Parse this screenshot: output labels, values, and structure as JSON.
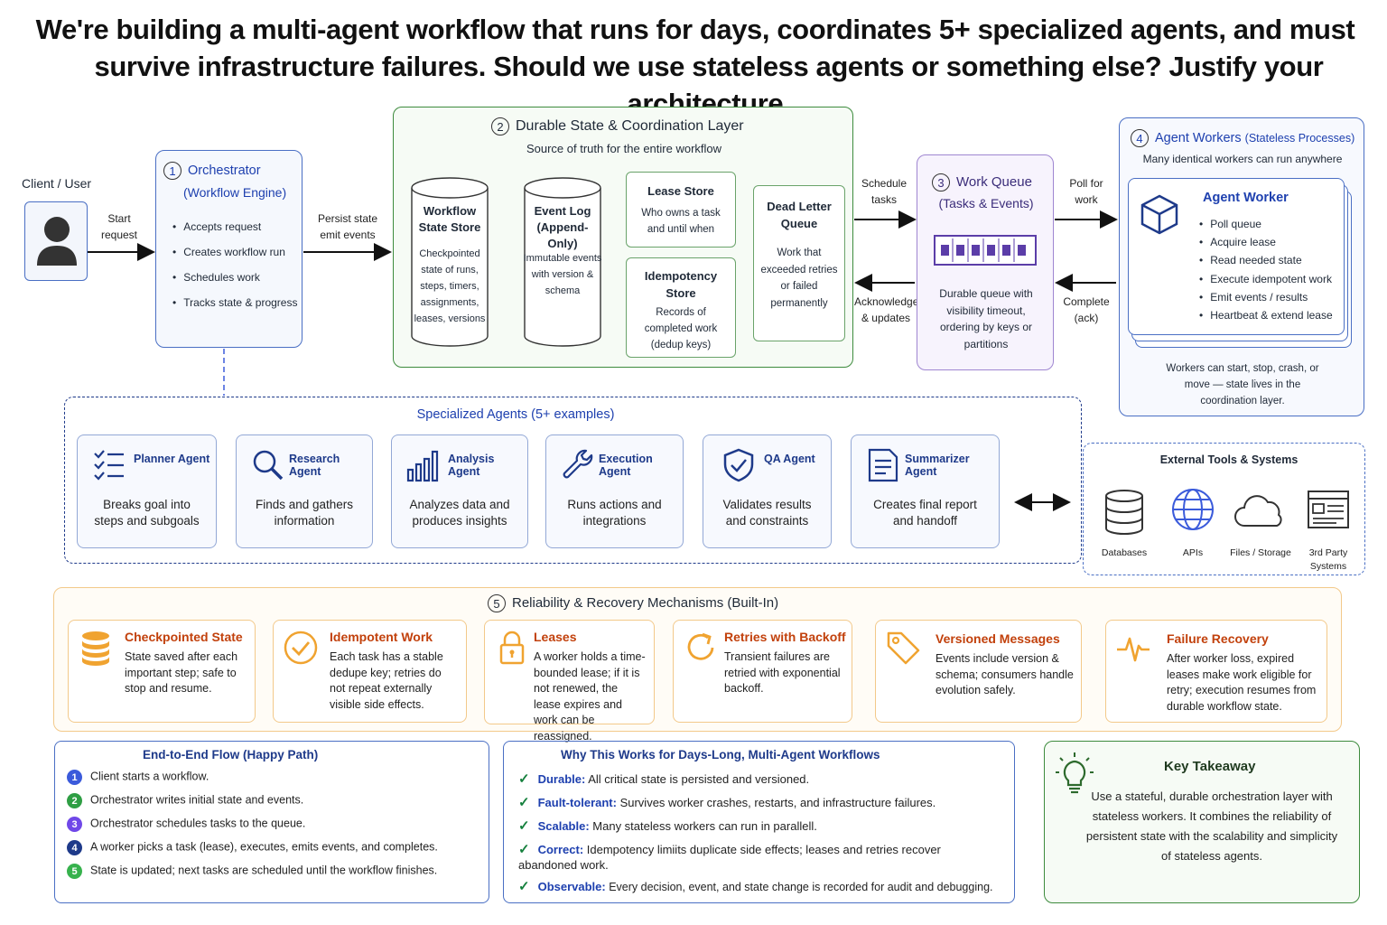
{
  "title": {
    "line1": "We're building a multi-agent workflow that runs for days, coordinates 5+ specialized agents, and must",
    "line2": "survive infrastructure failures. Should we use stateless agents or something else? Justify your architecture."
  },
  "client": {
    "label": "Client / User"
  },
  "arrows": {
    "start_request": "Start request",
    "persist_state": "Persist state emit events",
    "schedule_tasks": "Schedule tasks",
    "acknowledge": "Acknowledge & updates",
    "poll_for_work": "Poll for work",
    "complete_ack": "Complete (ack)"
  },
  "orchestrator": {
    "num": "1",
    "title": "Orchestrator",
    "subtitle": "(Workflow Engine)",
    "items": [
      "Accepts request",
      "Creates workflow run",
      "Schedules work",
      "Tracks state & progress"
    ]
  },
  "state_layer": {
    "num": "2",
    "title": "Durable State & Coordination Layer",
    "subtitle": "Source of truth for the entire workflow",
    "workflow_store": {
      "title": "Workflow State Store",
      "desc": "Checkpointed state of runs, steps, timers, assignments, leases, versions"
    },
    "event_log": {
      "title": "Event Log (Append-Only)",
      "desc": "Immutable events with version & schema"
    },
    "lease_store": {
      "title": "Lease Store",
      "desc": "Who owns a task and until when"
    },
    "idempotency_store": {
      "title": "Idempotency Store",
      "desc": "Records of completed work (dedup keys)"
    },
    "dead_letter": {
      "title": "Dead Letter Queue",
      "desc": "Work that exceeded retries or failed permanently"
    }
  },
  "work_queue": {
    "num": "3",
    "title": "Work Queue",
    "subtitle": "(Tasks & Events)",
    "desc": "Durable queue with visibility timeout, ordering by keys or partitions"
  },
  "agent_workers": {
    "num": "4",
    "title": "Agent Workers",
    "title_suffix": "(Stateless Processes)",
    "subtitle": "Many identical workers can run anywhere",
    "card_title": "Agent Worker",
    "items": [
      "Poll queue",
      "Acquire lease",
      "Read needed state",
      "Execute idempotent work",
      "Emit events / results",
      "Heartbeat & extend lease"
    ],
    "footer": "Workers can start, stop, crash, or move — state lives in the coordination layer."
  },
  "specialized": {
    "title": "Specialized Agents (5+ examples)",
    "agents": [
      {
        "name": "Planner Agent",
        "desc": "Breaks goal into steps and subgoals",
        "icon": "list-icon"
      },
      {
        "name": "Research Agent",
        "desc": "Finds and gathers information",
        "icon": "search-icon"
      },
      {
        "name": "Analysis Agent",
        "desc": "Analyzes data and produces insights",
        "icon": "bar-chart-icon"
      },
      {
        "name": "Execution Agent",
        "desc": "Runs actions and integrations",
        "icon": "wrench-icon"
      },
      {
        "name": "QA Agent",
        "desc": "Validates results and constraints",
        "icon": "shield-check-icon"
      },
      {
        "name": "Summarizer Agent",
        "desc": "Creates final report and handoff",
        "icon": "document-icon"
      }
    ]
  },
  "external": {
    "title": "External Tools & Systems",
    "items": [
      {
        "label": "Databases",
        "icon": "database-icon"
      },
      {
        "label": "APIs",
        "icon": "globe-icon"
      },
      {
        "label": "Files / Storage",
        "icon": "cloud-icon"
      },
      {
        "label": "3rd Party Systems",
        "icon": "window-icon"
      }
    ]
  },
  "reliability": {
    "num": "5",
    "title": "Reliability & Recovery Mechanisms (Built-In)",
    "mechanisms": [
      {
        "name": "Checkpointed State",
        "desc": "State saved after each important step; safe to stop and resume.",
        "icon": "database-stack-icon"
      },
      {
        "name": "Idempotent Work",
        "desc": "Each task has a stable dedupe key; retries do not repeat externally visible side effects.",
        "icon": "check-circle-icon"
      },
      {
        "name": "Leases",
        "desc": "A worker holds a time-bounded lease; if it is not renewed, the lease expires and work can be reassigned.",
        "icon": "lock-icon"
      },
      {
        "name": "Retries with Backoff",
        "desc": "Transient failures are retried with exponential backoff.",
        "icon": "refresh-icon"
      },
      {
        "name": "Versioned Messages",
        "desc": "Events include version & schema; consumers handle evolution safely.",
        "icon": "tag-icon"
      },
      {
        "name": "Failure Recovery",
        "desc": "After worker loss, expired leases make work eligible for retry; execution resumes from durable workflow state.",
        "icon": "pulse-icon"
      }
    ]
  },
  "flow": {
    "title": "End-to-End Flow (Happy Path)",
    "steps": [
      {
        "num": "1",
        "text": "Client starts a workflow.",
        "color": "#3b5bdb"
      },
      {
        "num": "2",
        "text": "Orchestrator  writes initial state and events.",
        "color": "#2f9e44"
      },
      {
        "num": "3",
        "text": "Orchestrator  schedules tasks to the queue.",
        "color": "#7048e8"
      },
      {
        "num": "4",
        "text": "A worker picks a task (lease), executes, emits events, and completes.",
        "color": "#1e3a8a"
      },
      {
        "num": "5",
        "text": "State is updated; next tasks are scheduled until the workflow finishes.",
        "color": "#37b24d"
      }
    ]
  },
  "why": {
    "title": "Why This Works for Days-Long, Multi-Agent Workflows",
    "items": [
      {
        "key": "Durable:",
        "text": " All critical state is persisted and versioned."
      },
      {
        "key": "Fault-tolerant:",
        "text": " Survives worker crashes, restarts, and infrastructure failures."
      },
      {
        "key": "Scalable:",
        "text": " Many stateless workers can run in parallell."
      },
      {
        "key": "Correct:",
        "text": " Idempotency limiits duplicate side effects; leases and retries recover abandoned work."
      },
      {
        "key": "Observable:",
        "text": " Every decision, event, and state change is recorded for audit and debugging."
      }
    ]
  },
  "takeaway": {
    "title": "Key Takeaway",
    "text": "Use a stateful, durable orchestration layer with stateless workers. It combines the reliability of persistent state with the scalability and simplicity of stateless agents."
  },
  "colors": {
    "blue": "#4a6fc4",
    "green": "#3d8b3d",
    "purple": "#7c5cbf",
    "orange": "#f0a330",
    "dark_blue": "#1e3a8a"
  }
}
